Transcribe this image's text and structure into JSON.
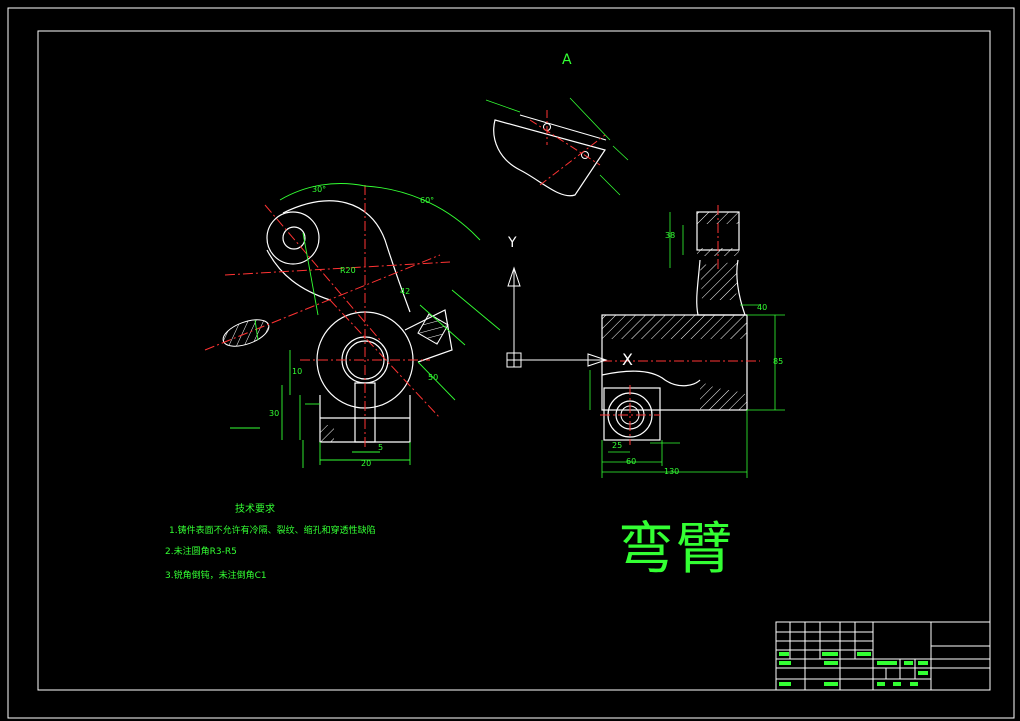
{
  "drawing": {
    "part_name": "弯臂",
    "view_label_a": "A",
    "axis_y": "Y",
    "axis_x": "X"
  },
  "technical_requirements": {
    "heading": "技术要求",
    "items": [
      "1.铸件表面不允许有冷隔、裂纹、缩孔和穿透性缺陷",
      "2.未注圆角R3-R5",
      "3.锐角倒钝，未注倒角C1"
    ]
  },
  "dimensions": {
    "angle_30": "30°",
    "angle_60": "60°",
    "d_R20": "R20",
    "d_30": "30",
    "d_38": "38",
    "d_20": "20",
    "d_5": "5",
    "d_10": "10",
    "d_42": "42",
    "d_85": "85",
    "d_50": "50",
    "d_40": "40",
    "d_25": "25",
    "d_130": "130",
    "d_60": "60"
  },
  "colors": {
    "outline": "#ffffff",
    "dimension": "#33ff33",
    "center": "#ff3333",
    "section": "#ffffff"
  }
}
